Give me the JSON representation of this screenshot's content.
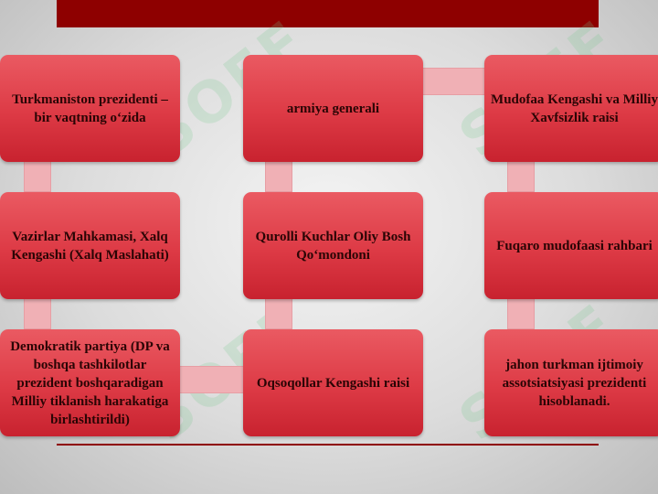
{
  "colors": {
    "accent": "#8e0000",
    "box_fill": "#dd3a45",
    "connector": "#f0b0b5",
    "text": "#2a0505"
  },
  "watermark": "SOFF",
  "boxes": {
    "col1_row1": "Turkmaniston prezidenti – bir vaqtning o‘zida",
    "col1_row2": "Vazirlar Mahkamasi, Xalq Kengashi (Xalq Maslahati)",
    "col1_row3": "Demokratik partiya (DP va boshqa tashkilotlar prezident boshqaradigan Milliy tiklanish harakatiga birlashtirildi)",
    "col2_row1": "armiya generali",
    "col2_row2": "Qurolli Kuchlar Oliy Bosh Qo‘mondoni",
    "col2_row3": "Oqsoqollar Kengashi raisi",
    "col3_row1": "Mudofaa Kengashi va Milliy Xavfsizlik raisi",
    "col3_row2": "Fuqaro mudofaasi rahbari",
    "col3_row3": "jahon turkman ijtimoiy assotsiatsiyasi prezidenti hisoblanadi."
  }
}
